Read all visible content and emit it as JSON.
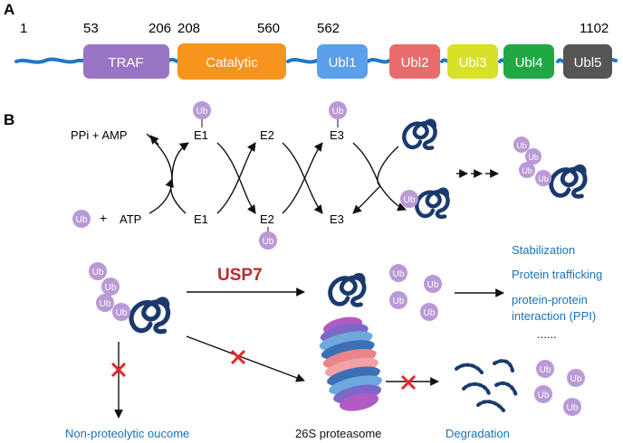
{
  "panel_a": {
    "label": "A",
    "positions": [
      "1",
      "53",
      "206",
      "208",
      "560",
      "562",
      "1102"
    ],
    "domains": [
      {
        "name": "TRAF",
        "color": "#9a74c4"
      },
      {
        "name": "Catalytic",
        "color": "#f7941d"
      },
      {
        "name": "Ubl1",
        "color": "#5aa0ea"
      },
      {
        "name": "Ubl2",
        "color": "#e86c6c"
      },
      {
        "name": "Ubl3",
        "color": "#d8e02a"
      },
      {
        "name": "Ubl4",
        "color": "#20a845"
      },
      {
        "name": "Ubl5",
        "color": "#555555"
      }
    ],
    "backbone_color": "#1e78c8"
  },
  "panel_b": {
    "label": "B",
    "cascade": {
      "ppi_amp": "PPi  +  AMP",
      "atp": "ATP",
      "plus": "+",
      "top": [
        "E1",
        "E2",
        "E3"
      ],
      "bottom": [
        "E1",
        "E2",
        "E3"
      ]
    },
    "ub": "Ub",
    "usp7": "USP7",
    "outcomes": [
      "Stabilization",
      "Protein trafficking",
      "protein-protein",
      "interaction (PPI)"
    ],
    "ellipsis": "......",
    "non_proteolytic": "Non-proteolytic oucome",
    "proteasome": "26S proteasome",
    "degradation": "Degradation",
    "colors": {
      "ub": "#b99ad6",
      "substrate": "#1a3a6e",
      "usp7": "#c0282d",
      "outcome_text": "#1a72b8",
      "block": "#e5262b"
    }
  }
}
